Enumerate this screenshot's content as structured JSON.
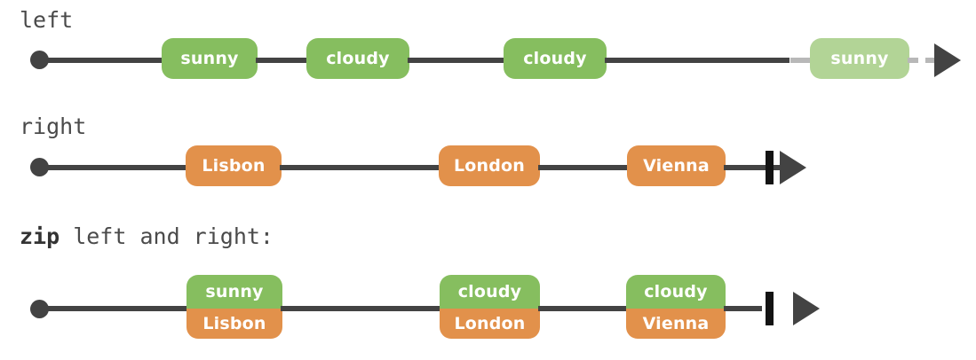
{
  "diagram": {
    "title_row1_label": "left",
    "title_row2_label": "right",
    "row3_label_keyword": "zip",
    "row3_label_rest": " left and right:",
    "colors": {
      "green": "#86be5f",
      "green_faded": "#b2d496",
      "orange": "#e2914b",
      "line_dark": "#434343",
      "line_dashed": "#b8b8b8",
      "end_bar": "#131313",
      "label_text": "#4a4a4a",
      "node_text": "#ffffff",
      "background": "#ffffff"
    }
  },
  "rows": [
    {
      "name": "left",
      "label": "left",
      "start_marker": "dot",
      "end_marker": "arrowhead",
      "infinite": true,
      "nodes": [
        {
          "label": "sunny",
          "style": "green"
        },
        {
          "label": "cloudy",
          "style": "green"
        },
        {
          "label": "cloudy",
          "style": "green"
        },
        {
          "label": "sunny",
          "style": "green-faded"
        }
      ]
    },
    {
      "name": "right",
      "label": "right",
      "start_marker": "dot",
      "end_marker": "arrowhead-with-bar",
      "infinite": false,
      "nodes": [
        {
          "label": "Lisbon",
          "style": "orange"
        },
        {
          "label": "London",
          "style": "orange"
        },
        {
          "label": "Vienna",
          "style": "orange"
        }
      ]
    },
    {
      "name": "zip",
      "label_keyword": "zip",
      "label_rest": " left and right:",
      "start_marker": "dot",
      "end_marker": "arrowhead-with-bar",
      "infinite": false,
      "pairs": [
        {
          "top": "sunny",
          "bottom": "Lisbon"
        },
        {
          "top": "cloudy",
          "bottom": "London"
        },
        {
          "top": "cloudy",
          "bottom": "Vienna"
        }
      ]
    }
  ]
}
